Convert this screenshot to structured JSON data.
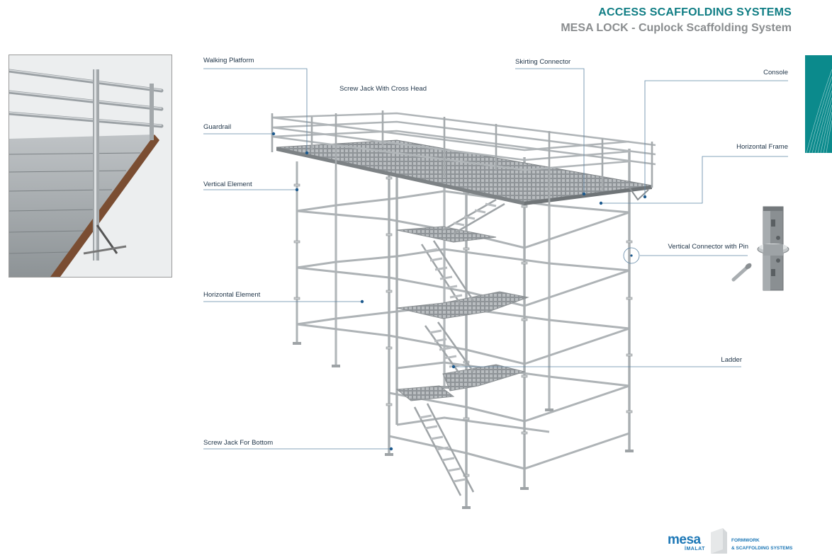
{
  "header": {
    "title": "ACCESS SCAFFOLDING SYSTEMS",
    "subtitle": "MESA LOCK - Cuplock Scaffolding System"
  },
  "callouts": {
    "walking_platform": "Walking Platform",
    "screw_jack_cross_head": "Screw Jack With Cross Head",
    "guardrail": "Guardrail",
    "vertical_element": "Vertical Element",
    "horizontal_element": "Horizontal Element",
    "screw_jack_bottom": "Screw Jack For Bottom",
    "skirting_connector": "Skirting Connector",
    "console": "Console",
    "horizontal_frame": "Horizontal Frame",
    "vertical_connector_pin": "Vertical Connector with Pin",
    "ladder": "Ladder"
  },
  "logo": {
    "brand": "mesa",
    "sub": "İMALAT",
    "tagline_line1": "FORMWORK",
    "tagline_line2": "& SCAFFOLDING SYSTEMS"
  },
  "colors": {
    "title_teal": "#0f7d84",
    "subtitle_gray": "#8a8d8f",
    "leader_line": "#5f86a5",
    "leader_dot": "#1d5a8e",
    "brand_blue": "#1c77b6",
    "tab_teal": "#0b8a8c"
  }
}
